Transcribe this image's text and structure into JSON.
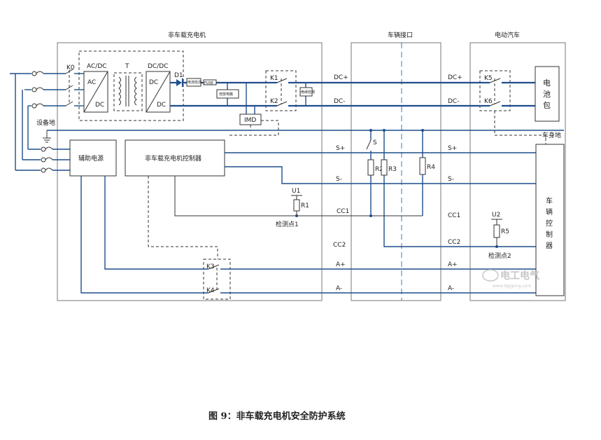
{
  "boxes": {
    "charger_title": "非车载充电机",
    "interface_title": "车辆接口",
    "ev_title": "电动汽车"
  },
  "blocks": {
    "acdc_top": "AC/DC",
    "acdc_ac": "AC",
    "acdc_dc": "DC",
    "transformer": "T",
    "dcdc_top": "DC/DC",
    "dcdc_dc1": "DC",
    "dcdc_dc2": "DC",
    "diode": "D1",
    "small1": "电流检测",
    "fuse": "FUSE",
    "discharge": "泄放电路",
    "insulation_check": "绝缘检测",
    "imd": "IMD",
    "aux_power": "辅助电源",
    "controller": "非车载充电机控制器",
    "battery": [
      "电",
      "池",
      "包"
    ],
    "vehicle_controller": [
      "车",
      "辆",
      "控",
      "制",
      "器"
    ]
  },
  "labels": {
    "k0": "K0",
    "k1": "K1",
    "k2": "K2",
    "k3": "K3",
    "k4": "K4",
    "k5": "K5",
    "k6": "K6",
    "device_ground": "设备地",
    "body_ground": "车身地",
    "dc_plus": "DC+",
    "dc_minus": "DC-",
    "s_plus": "S+",
    "s_minus": "S-",
    "cc1": "CC1",
    "cc2": "CC2",
    "a_plus": "A+",
    "a_minus": "A-",
    "s_switch": "S",
    "r1": "R1",
    "r2": "R2",
    "r3": "R3",
    "r4": "R4",
    "r5": "R5",
    "u1": "U1",
    "u2": "U2",
    "detect1": "检测点1",
    "detect2": "检测点2"
  },
  "watermark": {
    "main": "电工电气",
    "sub": "www.dgjgong.com"
  },
  "caption": "图 9：非车载充电机安全防护系统"
}
